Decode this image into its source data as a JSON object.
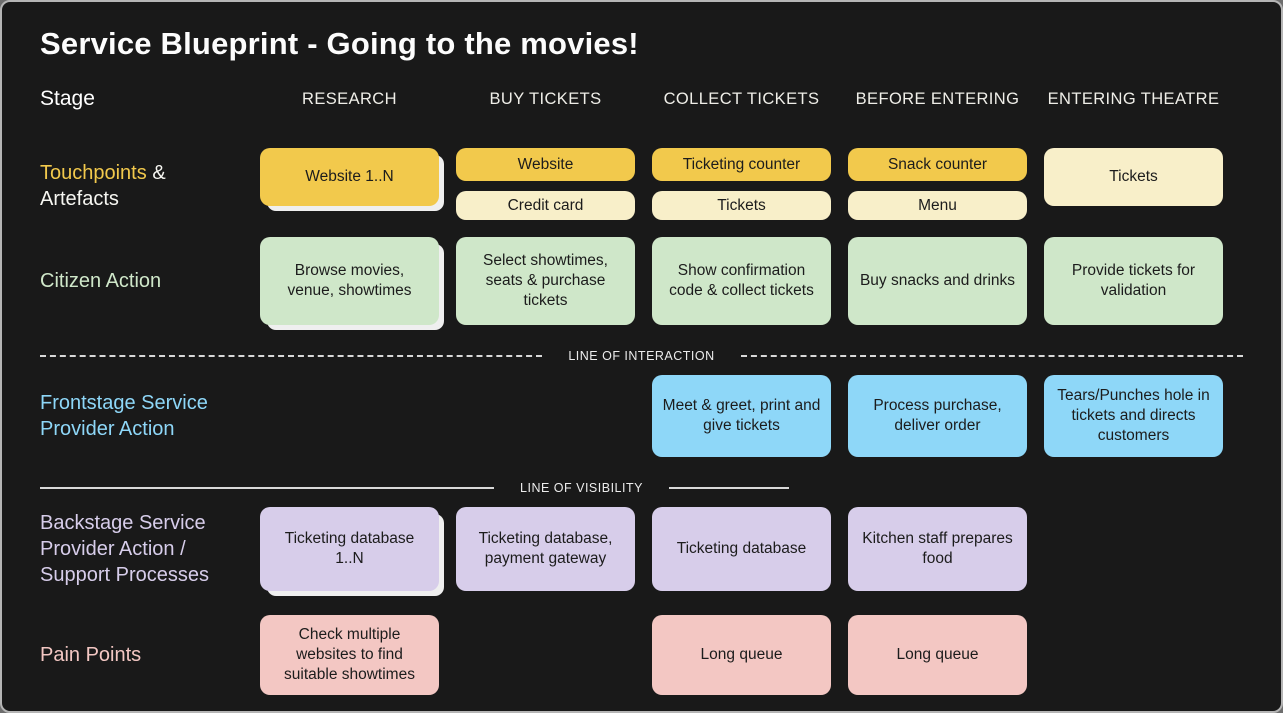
{
  "title": "Service Blueprint - Going to the movies!",
  "header": {
    "stage_label": "Stage",
    "columns": [
      "RESEARCH",
      "BUY TICKETS",
      "COLLECT TICKETS",
      "BEFORE ENTERING",
      "ENTERING THEATRE"
    ]
  },
  "touchpoints": {
    "label_accent": "Touchpoints",
    "label_rest": "& Artefacts",
    "research": "Website 1..N",
    "buy_top": "Website",
    "buy_bottom": "Credit card",
    "collect_top": "Ticketing counter",
    "collect_bottom": "Tickets",
    "before_top": "Snack counter",
    "before_bottom": "Menu",
    "entering": "Tickets"
  },
  "citizen": {
    "label": "Citizen Action",
    "cards": [
      "Browse movies, venue, showtimes",
      "Select showtimes, seats & purchase tickets",
      "Show confirmation code & collect tickets",
      "Buy snacks and drinks",
      "Provide tickets for validation"
    ]
  },
  "lines": {
    "interaction": "LINE OF INTERACTION",
    "visibility": "LINE OF VISIBILITY"
  },
  "frontstage": {
    "label": "Frontstage Service Provider Action",
    "cards": [
      "Meet & greet, print and give tickets",
      "Process purchase, deliver order",
      "Tears/Punches hole in tickets and directs customers"
    ]
  },
  "backstage": {
    "label": "Backstage Service Provider Action / Support Processes",
    "cards": [
      "Ticketing database 1..N",
      "Ticketing database, payment gateway",
      "Ticketing database",
      "Kitchen staff prepares food"
    ]
  },
  "pain": {
    "label": "Pain Points",
    "cards": [
      "Check multiple websites to find suitable showtimes",
      "Long queue",
      "Long queue"
    ]
  },
  "colors": {
    "background": "#191919",
    "gold": "#f2c94c",
    "cream": "#f8efc9",
    "green": "#cfe7c9",
    "blue": "#8ed7f8",
    "purple": "#d7cdea",
    "pink": "#f3c7c3",
    "line": "#d8d8d8",
    "title_text": "#fcfcfc"
  }
}
